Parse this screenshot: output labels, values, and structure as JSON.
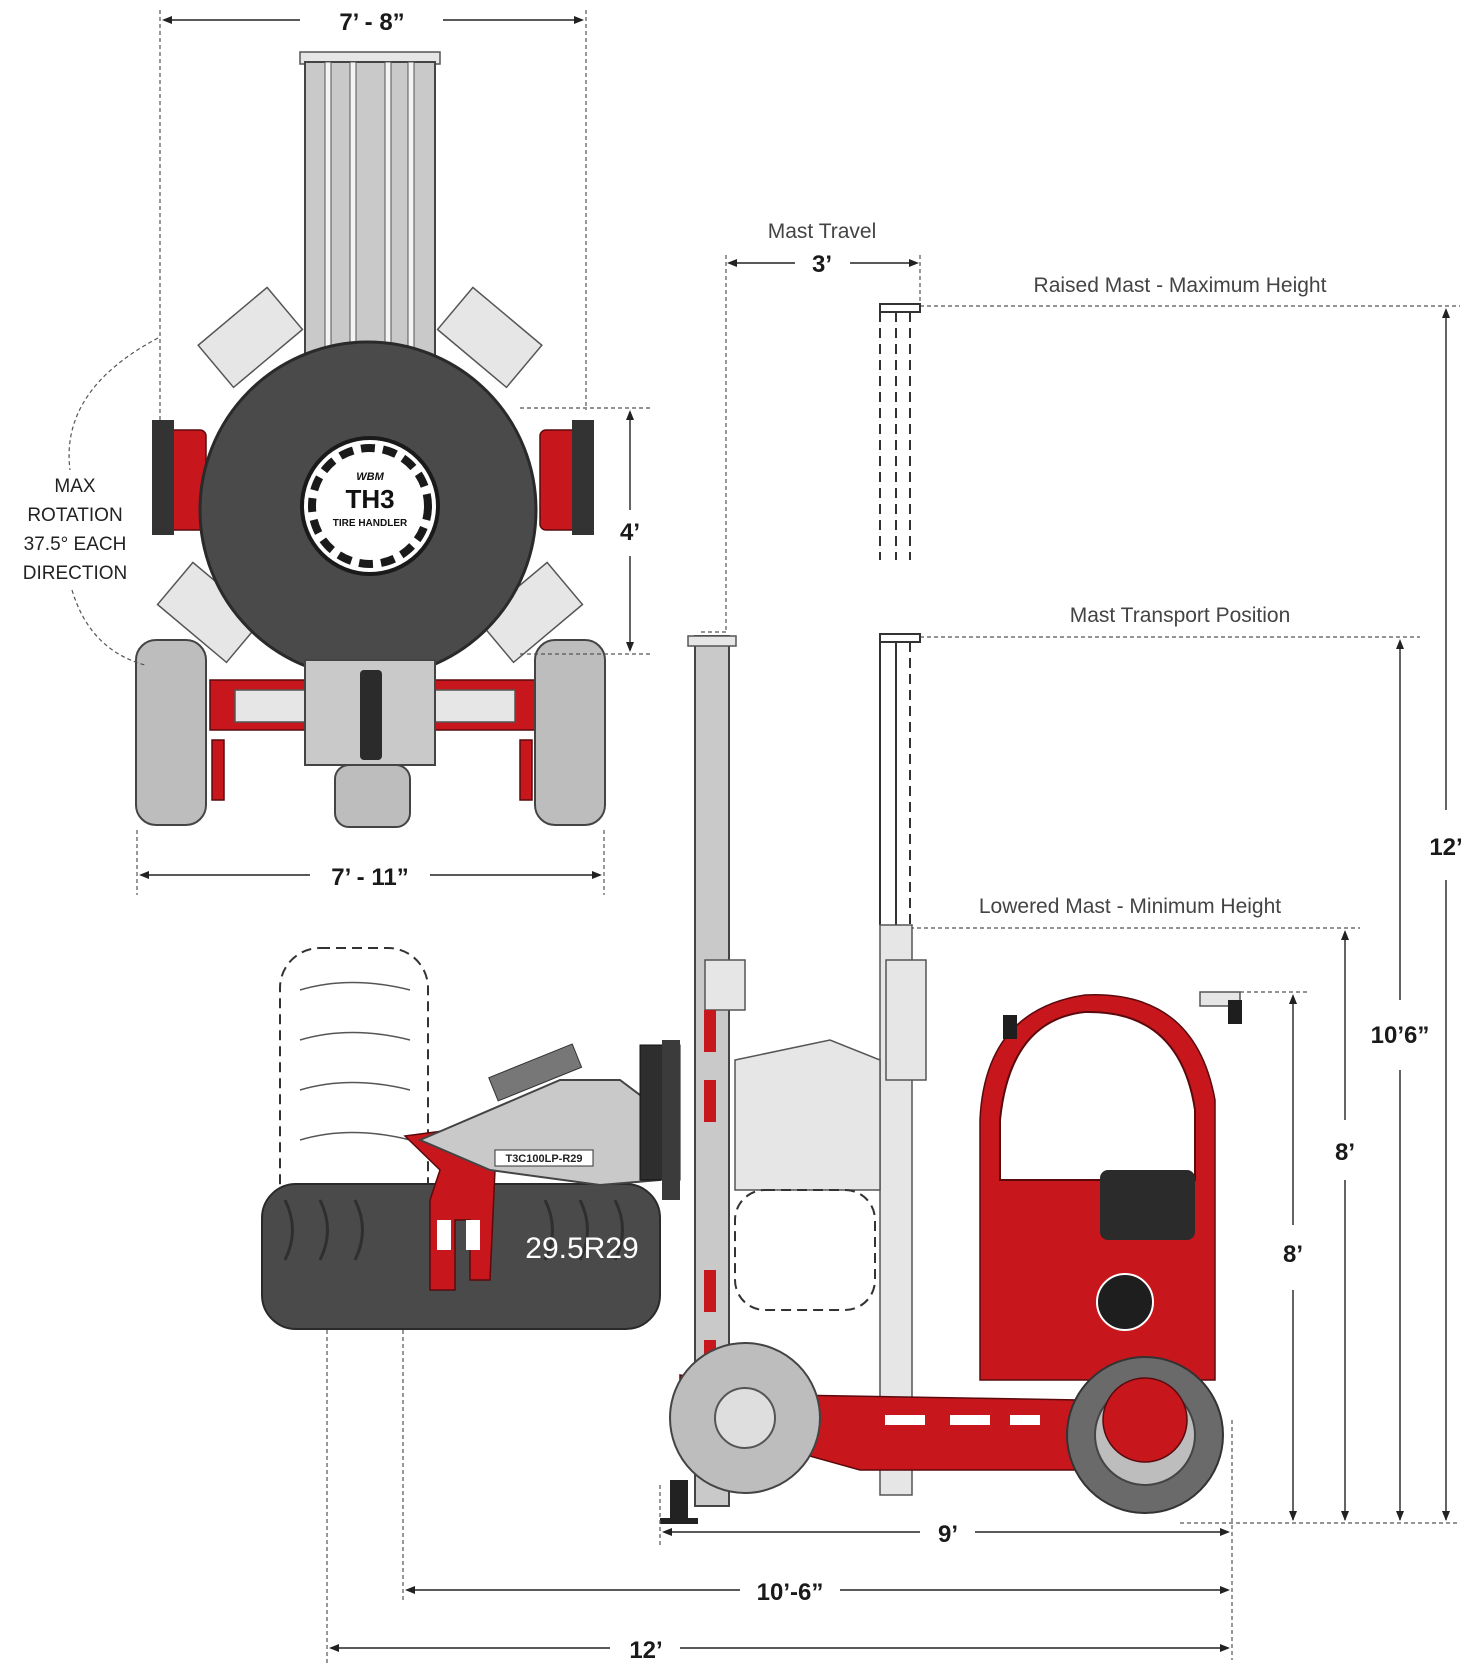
{
  "top_view": {
    "width_top": "7’ - 8”",
    "width_bottom": "7’ - 11”",
    "grab_height": "4’",
    "rotation_note": [
      "MAX",
      "ROTATION",
      "37.5° EACH",
      "DIRECTION"
    ],
    "logo": {
      "brand": "WBM",
      "model": "TH3",
      "product": "TIRE HANDLER"
    }
  },
  "side_view": {
    "mast_travel_label": "Mast Travel",
    "mast_travel_value": "3’",
    "raised_mast_label": "Raised Mast - Maximum Height",
    "transport_label": "Mast Transport Position",
    "lowered_label": "Lowered Mast - Minimum Height",
    "tire_size": "29.5R29",
    "attachment_model": "T3C100LP-R29",
    "height_12": "12’",
    "height_10_6": "10’6”",
    "height_8_lowered": "8’",
    "height_8_cab": "8’",
    "length_9": "9’",
    "length_10_6": "10’-6”",
    "length_12": "12’"
  },
  "colors": {
    "brand_red": "#c8161d",
    "steel": "#c9c9c9",
    "tire_dark": "#4a4a4a"
  }
}
